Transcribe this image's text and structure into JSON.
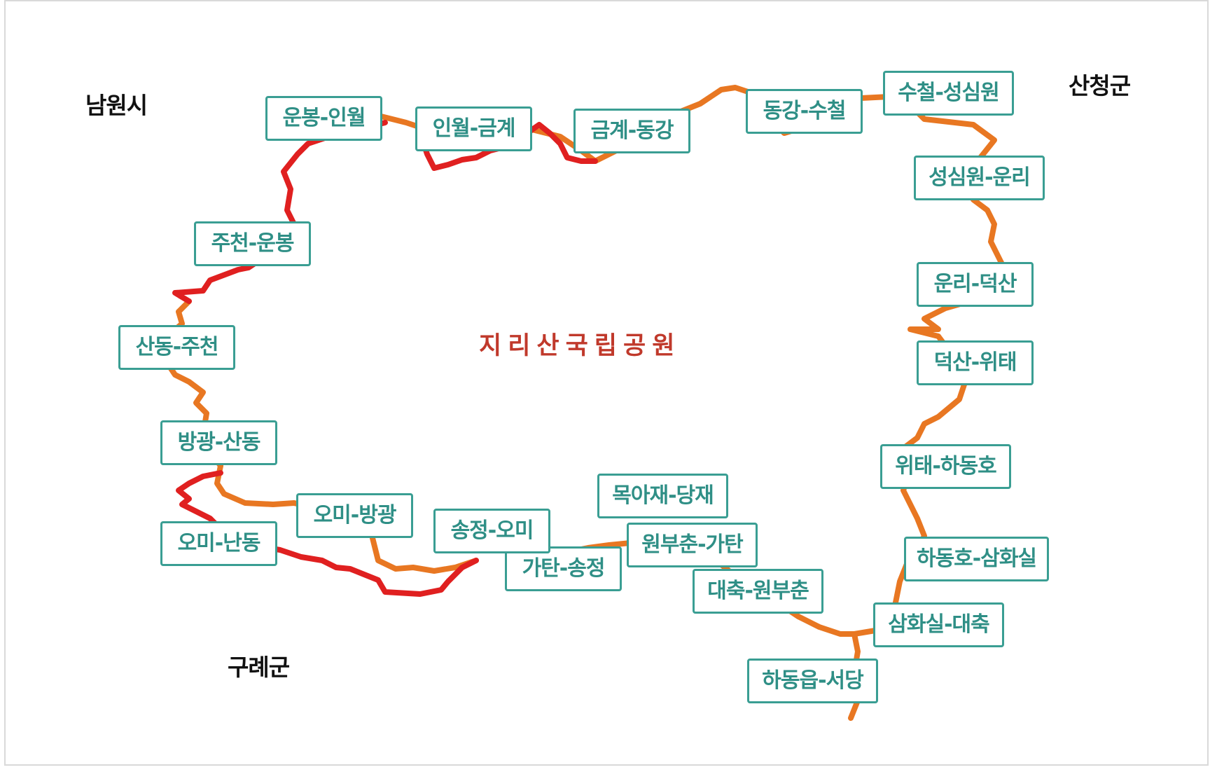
{
  "map": {
    "park_name": "지리산국립공원",
    "regions": [
      {
        "id": "namwon",
        "label": "남원시"
      },
      {
        "id": "sancheong",
        "label": "산청군"
      },
      {
        "id": "gurye",
        "label": "구례군"
      }
    ],
    "sections": [
      {
        "id": "unbong-inwol",
        "label": "운봉-인월"
      },
      {
        "id": "inwol-geumgye",
        "label": "인월-금계"
      },
      {
        "id": "geumgye-donggang",
        "label": "금계-동강"
      },
      {
        "id": "donggang-sucheol",
        "label": "동강-수철"
      },
      {
        "id": "sucheol-seongsimwon",
        "label": "수철-성심원"
      },
      {
        "id": "seongsimwon-unri",
        "label": "성심원-운리"
      },
      {
        "id": "unri-deoksan",
        "label": "운리-덕산"
      },
      {
        "id": "deoksan-witae",
        "label": "덕산-위태"
      },
      {
        "id": "witae-hadongho",
        "label": "위태-하동호"
      },
      {
        "id": "hadongho-samhwasil",
        "label": "하동호-삼화실"
      },
      {
        "id": "samhwasil-daechuk",
        "label": "삼화실-대축"
      },
      {
        "id": "hadongeup-seodang",
        "label": "하동읍-서당"
      },
      {
        "id": "daechuk-wonbuchun",
        "label": "대축-원부춘"
      },
      {
        "id": "wonbuchun-gatan",
        "label": "원부춘-가탄"
      },
      {
        "id": "mogajae-dangjae",
        "label": "목아재-당재"
      },
      {
        "id": "gatan-songjeong",
        "label": "가탄-송정"
      },
      {
        "id": "songjeong-omi",
        "label": "송정-오미"
      },
      {
        "id": "omi-banggwang",
        "label": "오미-방광"
      },
      {
        "id": "omi-nandong",
        "label": "오미-난동"
      },
      {
        "id": "banggwang-sandong",
        "label": "방광-산동"
      },
      {
        "id": "sandong-jucheon",
        "label": "산동-주천"
      },
      {
        "id": "jucheon-unbong",
        "label": "주천-운봉"
      }
    ],
    "colors": {
      "route_primary": "#e87722",
      "route_secondary": "#e02020",
      "label_border": "#3a9e93",
      "label_text": "#2f8f86",
      "park_text": "#c0392b"
    }
  }
}
